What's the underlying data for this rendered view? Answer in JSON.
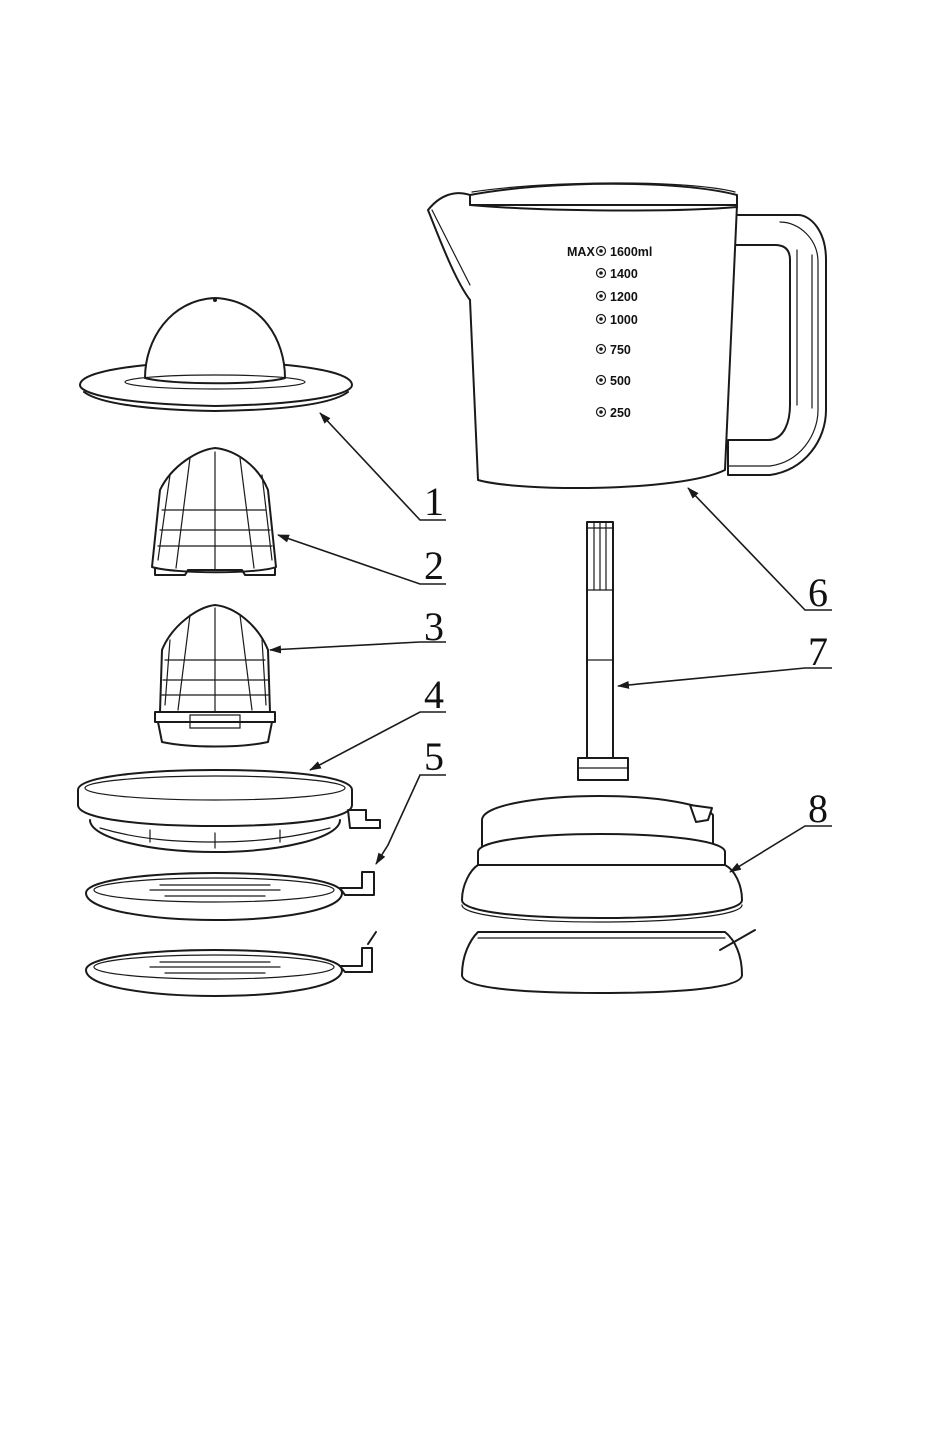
{
  "diagram": {
    "part_numbers": [
      "1",
      "2",
      "3",
      "4",
      "5",
      "6",
      "7",
      "8"
    ],
    "jug_scale": {
      "max_label": "MAX",
      "marks": [
        "1600ml",
        "1400",
        "1200",
        "1000",
        "750",
        "500",
        "250"
      ]
    }
  }
}
